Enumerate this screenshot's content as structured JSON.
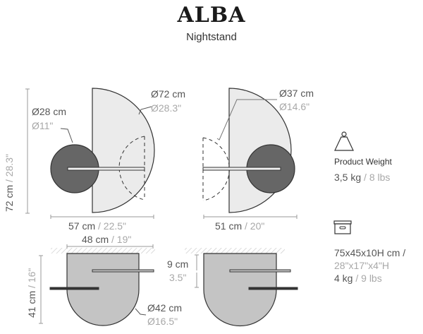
{
  "header": {
    "title": "ALBA",
    "subtitle": "Nightstand"
  },
  "colors": {
    "large_disc_fill": "#ebebeb",
    "small_disc_fill": "#666666",
    "side_view_fill": "#c4c4c4",
    "outline": "#333333",
    "dimension_line": "#9a9a9a",
    "text_dark": "#555555",
    "text_light": "#a8a8a8"
  },
  "front_view_left": {
    "height_cm": "72 cm",
    "height_in": "28.3\"",
    "width_cm": "57 cm",
    "width_in": "22.5\"",
    "large_disc_cm": "Ø72 cm",
    "large_disc_in": "Ø28.3\"",
    "small_disc_cm": "Ø28 cm",
    "small_disc_in": "Ø11\""
  },
  "front_view_right": {
    "width_cm": "51 cm",
    "width_in": "20\"",
    "swing_cm": "Ø37 cm",
    "swing_in": "Ø14.6\""
  },
  "side_view_left": {
    "width_cm": "48 cm",
    "width_in": "19\"",
    "height_cm": "41 cm",
    "height_in": "16\"",
    "diameter_cm": "Ø42 cm",
    "diameter_in": "Ø16.5\""
  },
  "side_view_right": {
    "offset_cm": "9 cm",
    "offset_in": "3.5\""
  },
  "product_weight": {
    "icon": "weight-icon",
    "label": "Product Weight",
    "kg": "3,5 kg",
    "lbs": "8 lbs"
  },
  "package": {
    "icon": "box-icon",
    "dims_cm": "75x45x10H cm /",
    "dims_in": "28\"x17\"x4\"H",
    "weight_kg": "4 kg",
    "weight_lbs": "9 lbs"
  },
  "separator": " / "
}
